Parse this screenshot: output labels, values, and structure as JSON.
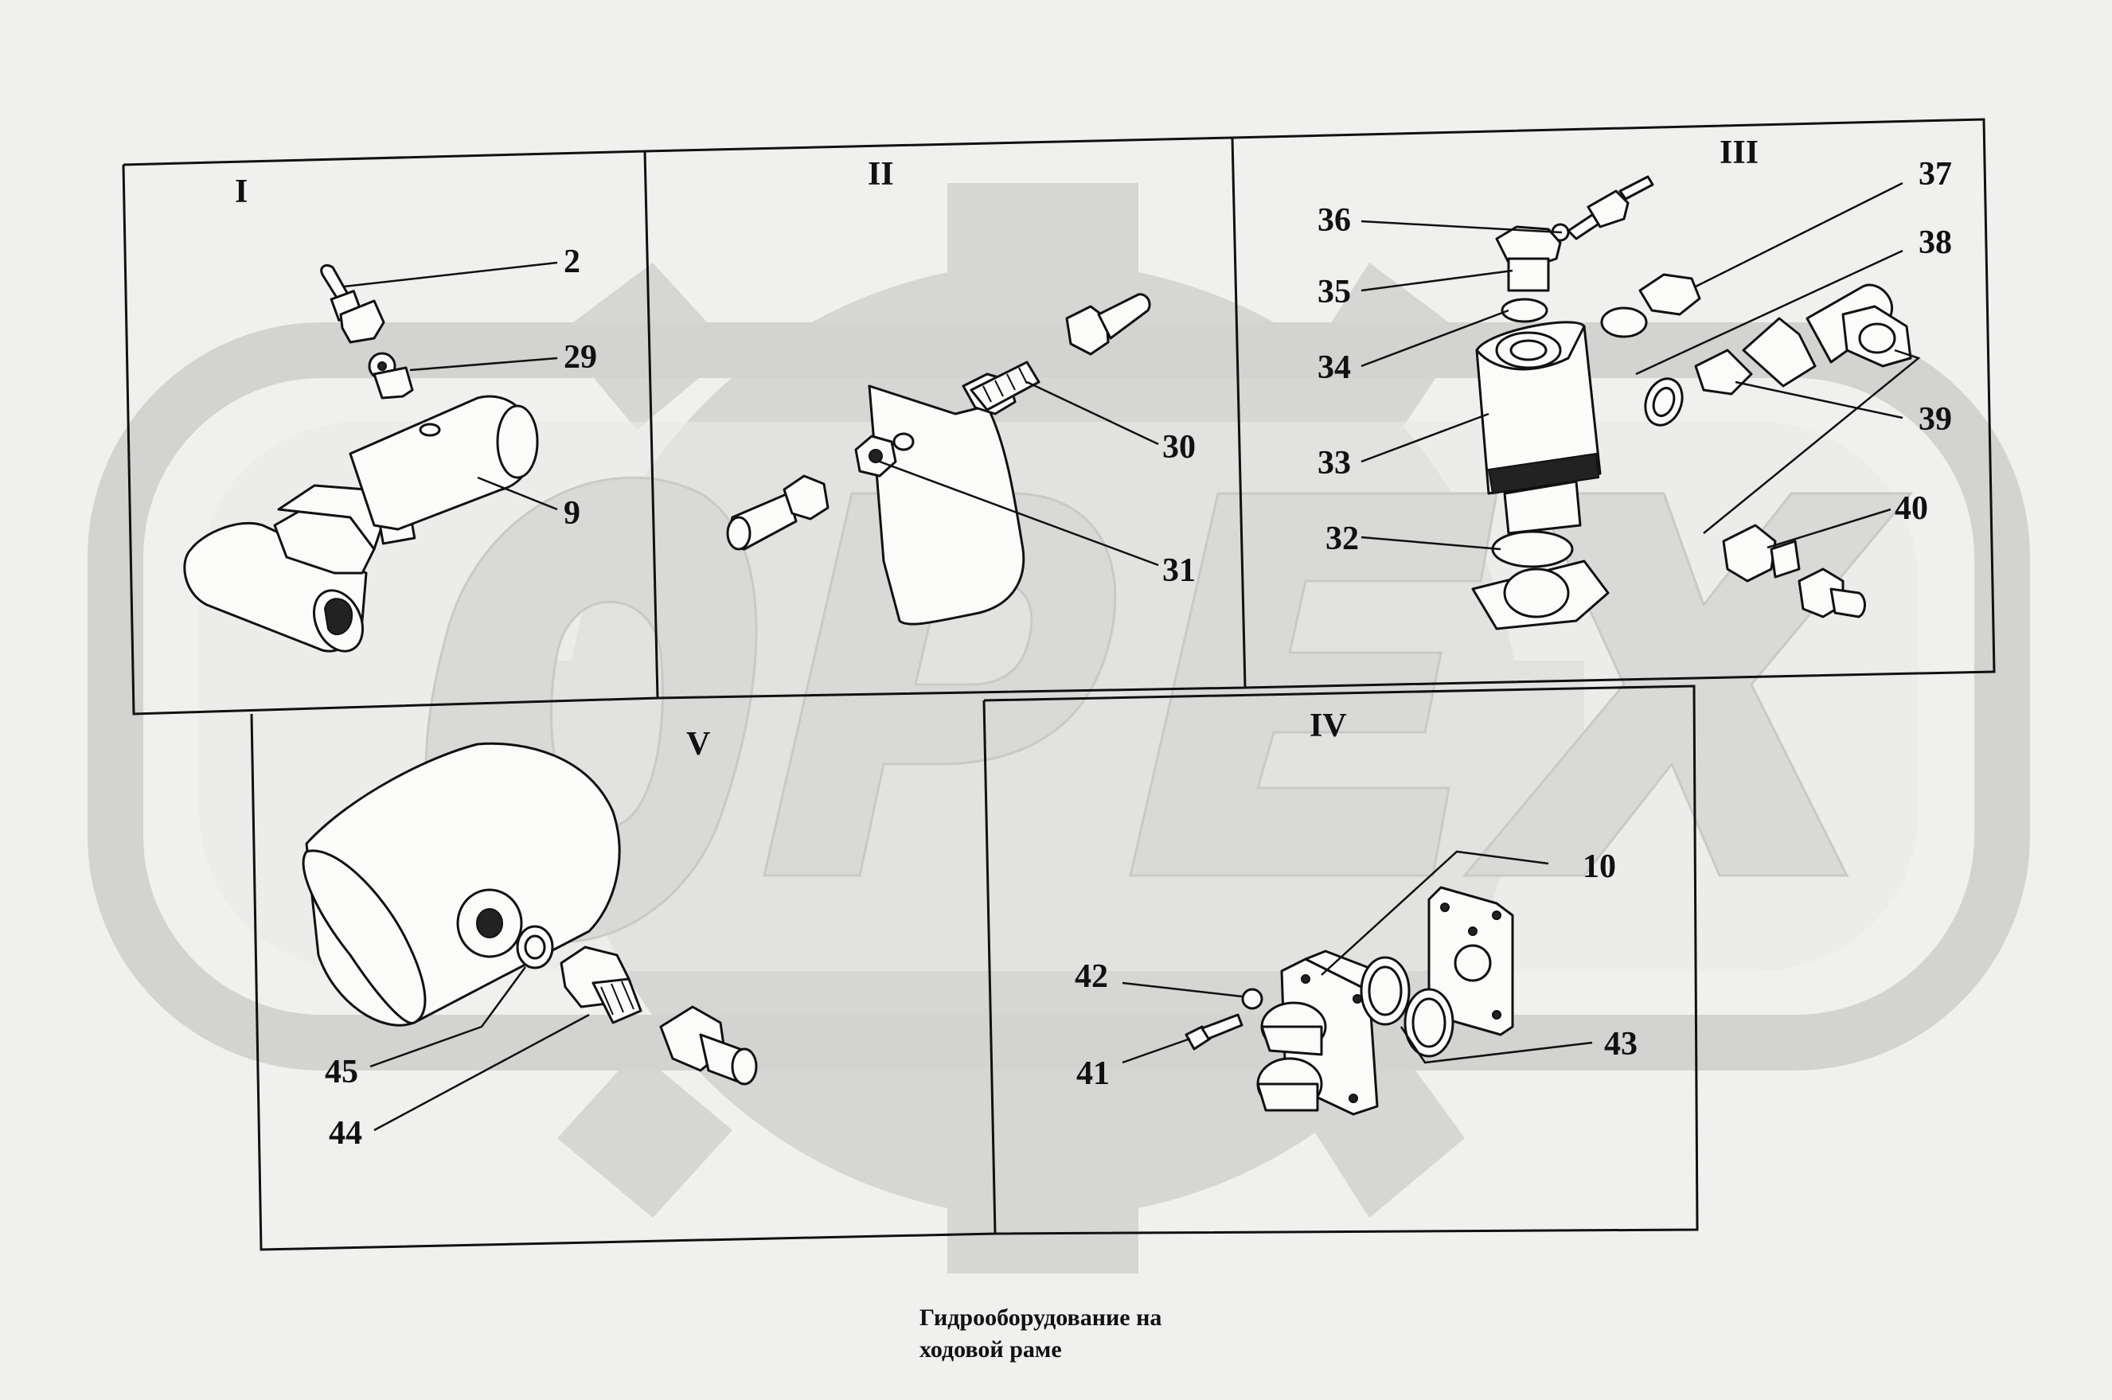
{
  "watermark": {
    "text": "OPEX",
    "color": "#d7d7d5"
  },
  "views": [
    {
      "id": "I",
      "label": "I",
      "callouts": [
        "2",
        "29",
        "9"
      ]
    },
    {
      "id": "II",
      "label": "II",
      "callouts": [
        "30",
        "31"
      ]
    },
    {
      "id": "III",
      "label": "III",
      "callouts": [
        "36",
        "35",
        "34",
        "33",
        "32",
        "37",
        "38",
        "39",
        "40"
      ]
    },
    {
      "id": "IV",
      "label": "IV",
      "callouts": [
        "10",
        "42",
        "41",
        "43"
      ]
    },
    {
      "id": "V",
      "label": "V",
      "callouts": [
        "45",
        "44"
      ]
    }
  ],
  "callouts": {
    "c2": "2",
    "c29": "29",
    "c9": "9",
    "c30": "30",
    "c31": "31",
    "c36": "36",
    "c35": "35",
    "c34": "34",
    "c33": "33",
    "c32": "32",
    "c37": "37",
    "c38": "38",
    "c39": "39",
    "c40": "40",
    "c10": "10",
    "c42": "42",
    "c41": "41",
    "c43": "43",
    "c45": "45",
    "c44": "44"
  },
  "caption": {
    "line1": "Гидрооборудование на",
    "line2": "ходовой раме"
  }
}
